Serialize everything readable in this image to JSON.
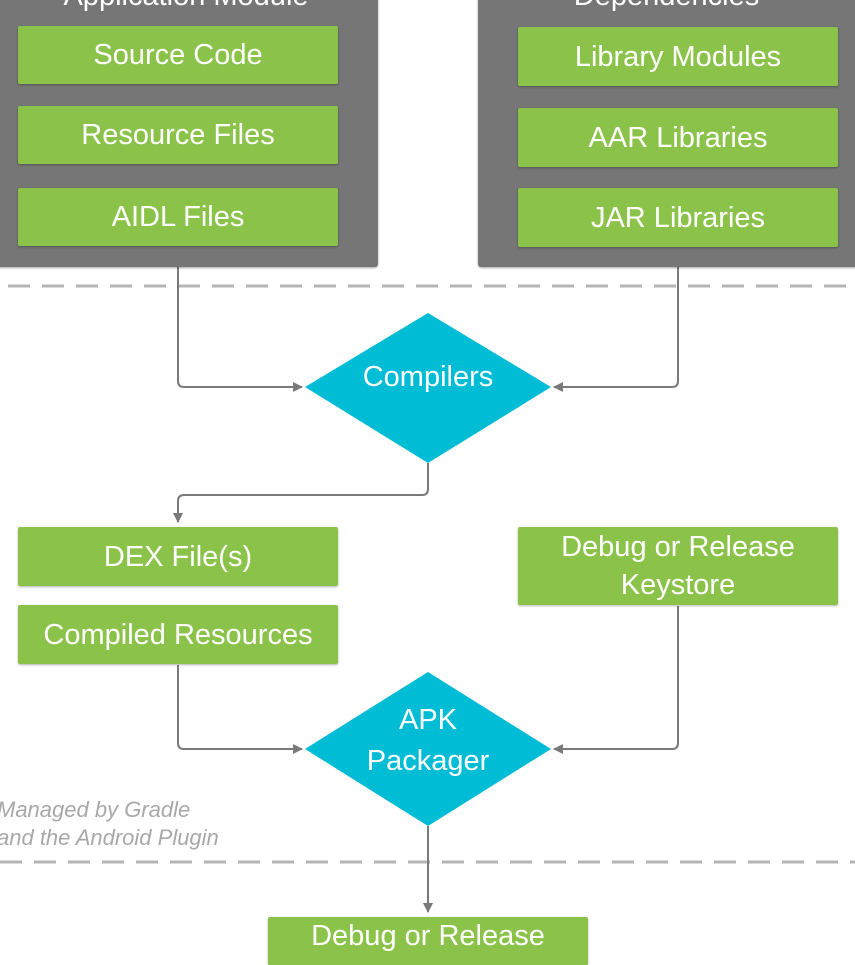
{
  "sources": {
    "app_module": {
      "title": "Application Module",
      "items": [
        "Source Code",
        "Resource Files",
        "AIDL Files"
      ]
    },
    "dependencies": {
      "title": "Dependencies",
      "items": [
        "Library Modules",
        "AAR Libraries",
        "JAR Libraries"
      ]
    }
  },
  "compilers": {
    "label": "Compilers"
  },
  "outputs": {
    "dex": "DEX File(s)",
    "compiled_resources": "Compiled Resources",
    "keystore": {
      "line1": "Debug or Release",
      "line2": "Keystore"
    }
  },
  "packager": {
    "line1": "APK",
    "line2": "Packager"
  },
  "managed_note": {
    "line1": "Managed by Gradle",
    "line2": "and the Android Plugin"
  },
  "final_output": {
    "line1": "Debug or Release"
  },
  "colors": {
    "panel": "#767676",
    "box": "#8bc34a",
    "diamond": "#00bcd4",
    "connector": "#7a7a7a",
    "dashed_line": "#b5b5b5",
    "note_text": "#a8a8a8"
  }
}
